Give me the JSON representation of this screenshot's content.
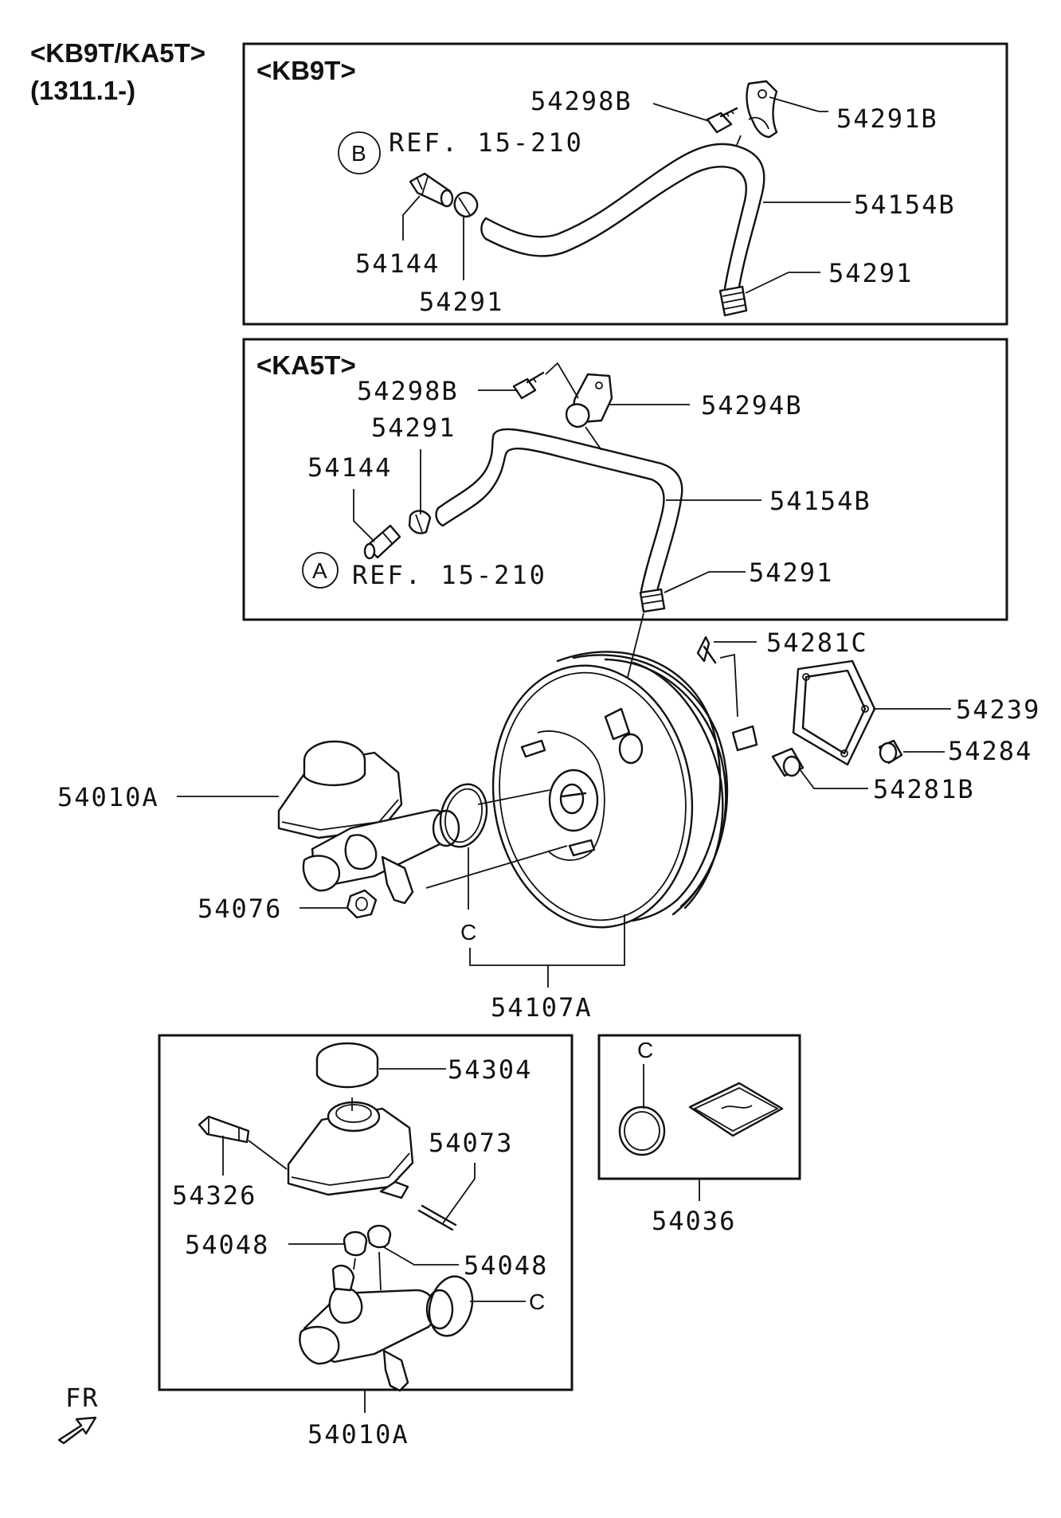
{
  "header": {
    "line1": "<KB9T/KA5T>",
    "line2": "(1311.1-)"
  },
  "kb9t": {
    "title": "<KB9T>",
    "ref_circle": "B",
    "ref_text": "REF. 15-210",
    "labels": {
      "bolt": "54298B",
      "clamp": "54291B",
      "hose": "54154B",
      "clip_lower": "54291",
      "fitting": "54144",
      "clip_left": "54291"
    }
  },
  "ka5t": {
    "title": "<KA5T>",
    "ref_circle": "A",
    "ref_text": "REF. 15-210",
    "labels": {
      "bolt": "54298B",
      "bracket": "54294B",
      "clip_upper": "54291",
      "fitting": "54144",
      "hose": "54154B",
      "clip_lower": "54291"
    }
  },
  "booster": {
    "labels": {
      "pin": "54281C",
      "gasket": "54239",
      "nut": "54284",
      "valve": "54281B",
      "master_cyl": "54010A",
      "nut_left": "54076",
      "c_marker": "C",
      "assembly": "54107A"
    }
  },
  "master_kit": {
    "labels": {
      "cap": "54304",
      "pin": "54073",
      "sensor": "54326",
      "grommet_left": "54048",
      "grommet_right": "54048",
      "c_marker": "C",
      "assembly": "54010A"
    }
  },
  "seal_kit": {
    "c_marker": "C",
    "assembly": "54036"
  },
  "footer": {
    "direction": "FR"
  }
}
